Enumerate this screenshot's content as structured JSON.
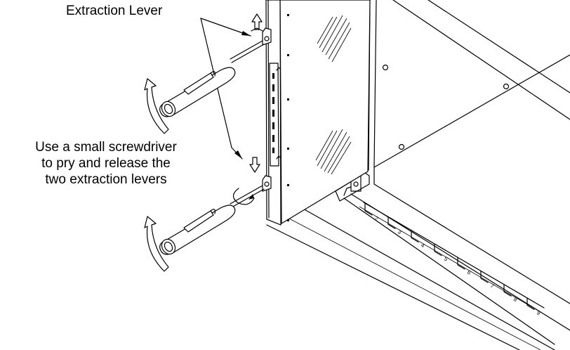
{
  "labels": {
    "extraction_lever": "Extraction Lever",
    "instruction_lines": [
      "Use a small screwdriver",
      "to pry and release the",
      "two extraction levers"
    ]
  },
  "slot_numbers": [
    "2",
    "3",
    "4",
    "5",
    "6",
    "7",
    "8",
    "9"
  ],
  "colors": {
    "ink": "#000000",
    "paper": "#ffffff"
  }
}
